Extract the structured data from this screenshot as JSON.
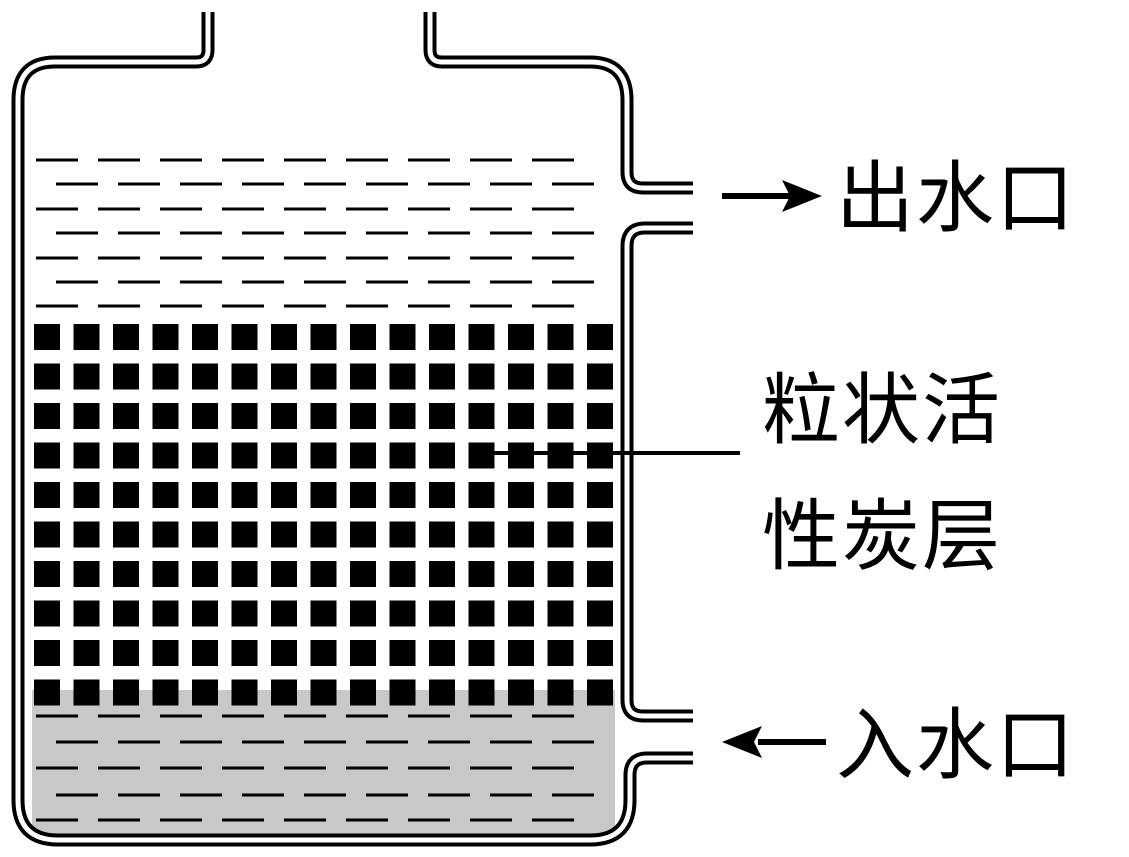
{
  "labels": {
    "outlet": "出水口",
    "carbon_line1": "粒状活",
    "carbon_line2": "性炭层",
    "inlet": "入水口"
  },
  "colors": {
    "stroke": "#000000",
    "background": "#ffffff",
    "carbon_block": "#000000",
    "bottom_water_fill": "#c8c8c8"
  }
}
